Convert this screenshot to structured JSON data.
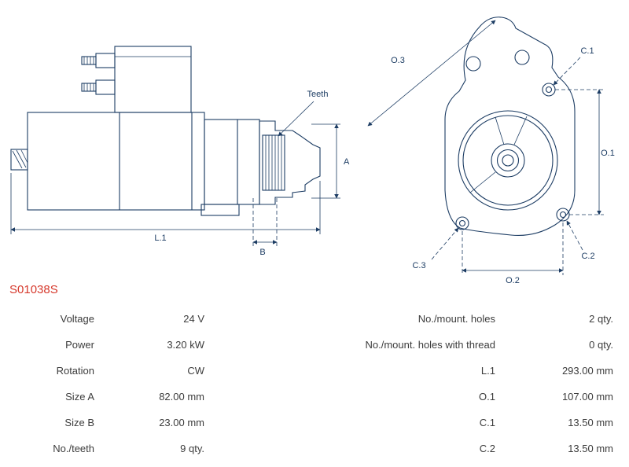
{
  "part_number": "S01038S",
  "colors": {
    "part_number": "#d6392c",
    "diagram_line": "#1c3c63"
  },
  "diagram": {
    "labels": {
      "l1": "L.1",
      "a": "A",
      "b": "B",
      "teeth": "Teeth",
      "o1": "O.1",
      "o2": "O.2",
      "o3": "O.3",
      "c1": "C.1",
      "c2": "C.2",
      "c3": "C.3"
    }
  },
  "table": {
    "rows": [
      {
        "label1": "Voltage",
        "value1": "24 V",
        "label2": "No./mount. holes",
        "value2": "2 qty."
      },
      {
        "label1": "Power",
        "value1": "3.20 kW",
        "label2": "No./mount. holes with thread",
        "value2": "0 qty."
      },
      {
        "label1": "Rotation",
        "value1": "CW",
        "label2": "L.1",
        "value2": "293.00 mm"
      },
      {
        "label1": "Size A",
        "value1": "82.00 mm",
        "label2": "O.1",
        "value2": "107.00 mm"
      },
      {
        "label1": "Size B",
        "value1": "23.00 mm",
        "label2": "C.1",
        "value2": "13.50 mm"
      },
      {
        "label1": "No./teeth",
        "value1": "9 qty.",
        "label2": "C.2",
        "value2": "13.50 mm"
      }
    ]
  }
}
